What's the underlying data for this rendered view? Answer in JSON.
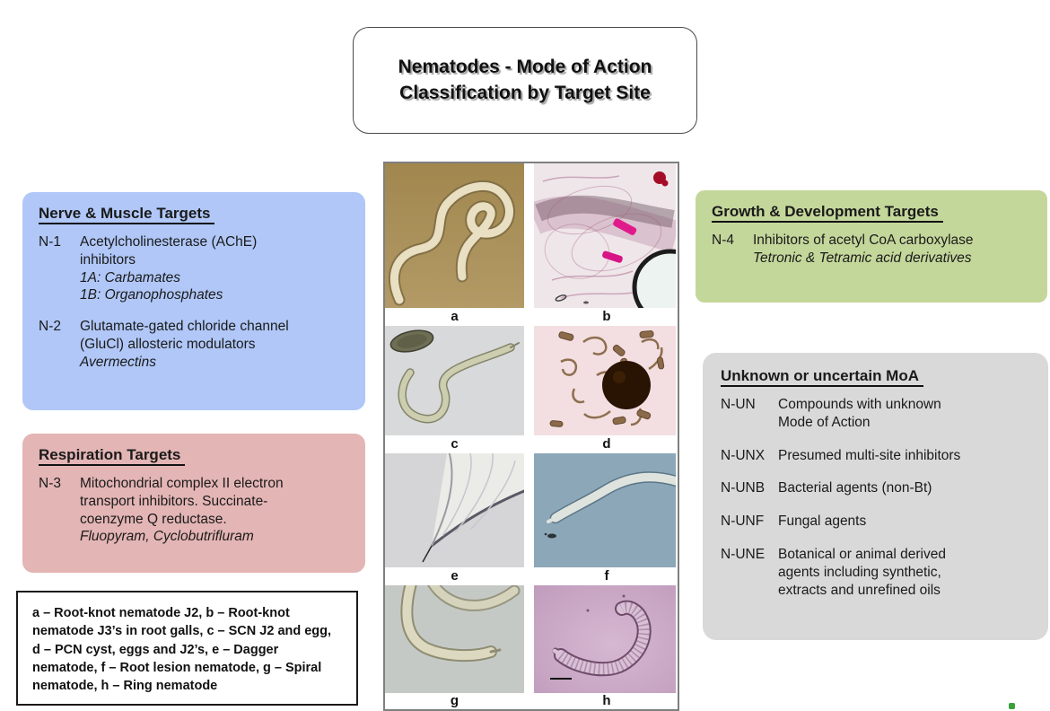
{
  "title": {
    "line1": "Nematodes - Mode of Action",
    "line2": "Classification by Target Site"
  },
  "panels": {
    "nerve_muscle": {
      "bg": "#b0c7f7",
      "heading": "Nerve & Muscle Targets",
      "entries": [
        {
          "code": "N-1",
          "lines": [
            "Acetylcholinesterase (AChE)",
            "inhibitors"
          ],
          "italics": [
            "1A: Carbamates",
            "1B: Organophosphates"
          ]
        },
        {
          "code": "N-2",
          "lines": [
            "Glutamate-gated chloride channel",
            "(GluCl) allosteric modulators"
          ],
          "italics": [
            "Avermectins"
          ]
        }
      ]
    },
    "respiration": {
      "bg": "#e4b5b5",
      "heading": "Respiration Targets",
      "entries": [
        {
          "code": "N-3",
          "lines": [
            "Mitochondrial complex II electron",
            "transport inhibitors. Succinate-",
            "coenzyme Q reductase."
          ],
          "italics": [
            "Fluopyram, Cyclobutrifluram"
          ]
        }
      ]
    },
    "growth_development": {
      "bg": "#c4d79b",
      "heading": "Growth & Development Targets",
      "entries": [
        {
          "code": "N-4",
          "lines": [
            "Inhibitors of acetyl CoA carboxylase"
          ],
          "italics": [
            "Tetronic & Tetramic acid derivatives"
          ]
        }
      ]
    },
    "unknown": {
      "bg": "#d9d9d9",
      "heading": "Unknown or uncertain MoA",
      "entries": [
        {
          "code": "N-UN",
          "lines": [
            "Compounds with unknown",
            "Mode of Action"
          ]
        },
        {
          "code": "N-UNX",
          "lines": [
            "Presumed multi-site inhibitors"
          ]
        },
        {
          "code": "N-UNB",
          "lines": [
            "Bacterial agents (non-Bt)"
          ]
        },
        {
          "code": "N-UNF",
          "lines": [
            "Fungal agents"
          ]
        },
        {
          "code": "N-UNE",
          "lines": [
            "Botanical or animal derived",
            "agents including synthetic,",
            "extracts and unrefined oils"
          ]
        }
      ]
    }
  },
  "legend": {
    "lines": [
      "a – Root-knot nematode J2, b – Root-knot",
      "nematode J3’s in root galls, c – SCN J2 and egg,",
      "d – PCN cyst, eggs and J2’s, e – Dagger",
      "nematode, f – Root lesion nematode, g – Spiral",
      "nematode, h – Ring nematode"
    ]
  },
  "image_grid": {
    "panel_labels": [
      "a",
      "b",
      "c",
      "d",
      "e",
      "f",
      "g",
      "h"
    ]
  }
}
